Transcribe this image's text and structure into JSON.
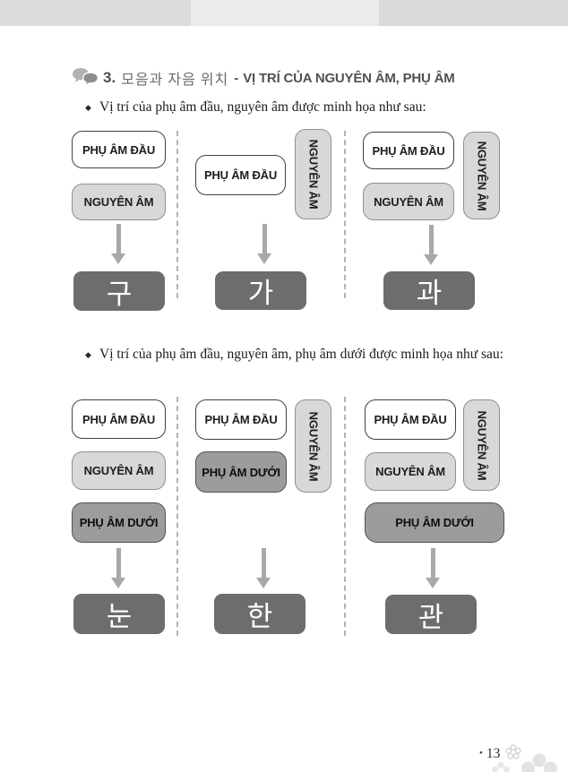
{
  "header": {
    "section_number": "3.",
    "korean_title": "모음과 자음 위치",
    "dash": "-",
    "viet_title": "VỊ TRÍ CỦA NGUYÊN ÂM, PHỤ ÂM"
  },
  "bullet_marker": "◆",
  "bullets": {
    "first": "Vị trí của phụ âm đầu, nguyên âm được minh họa như sau:",
    "second": "Vị trí của phụ âm đầu, nguyên âm, phụ âm dưới được minh họa như sau:"
  },
  "labels": {
    "initial": "PHỤ ÂM ĐẦU",
    "vowel": "NGUYÊN ÂM",
    "final": "PHỤ ÂM DƯỚI"
  },
  "syllables": {
    "row1": [
      "구",
      "가",
      "과"
    ],
    "row2": [
      "눈",
      "한",
      "관"
    ]
  },
  "footer": {
    "marker": "•",
    "page_number": "13"
  },
  "colors": {
    "topbar_outer": "#dcdcdc",
    "topbar_middle": "#ebebeb",
    "box_light_fill": "#d8d8d8",
    "box_medium_fill": "#9c9c9c",
    "box_dark_fill": "#6d6d6d",
    "box_border_dark": "#414141",
    "arrow": "#a8a8a8",
    "divider": "#b3b3b3",
    "heading_text": "#515151"
  }
}
